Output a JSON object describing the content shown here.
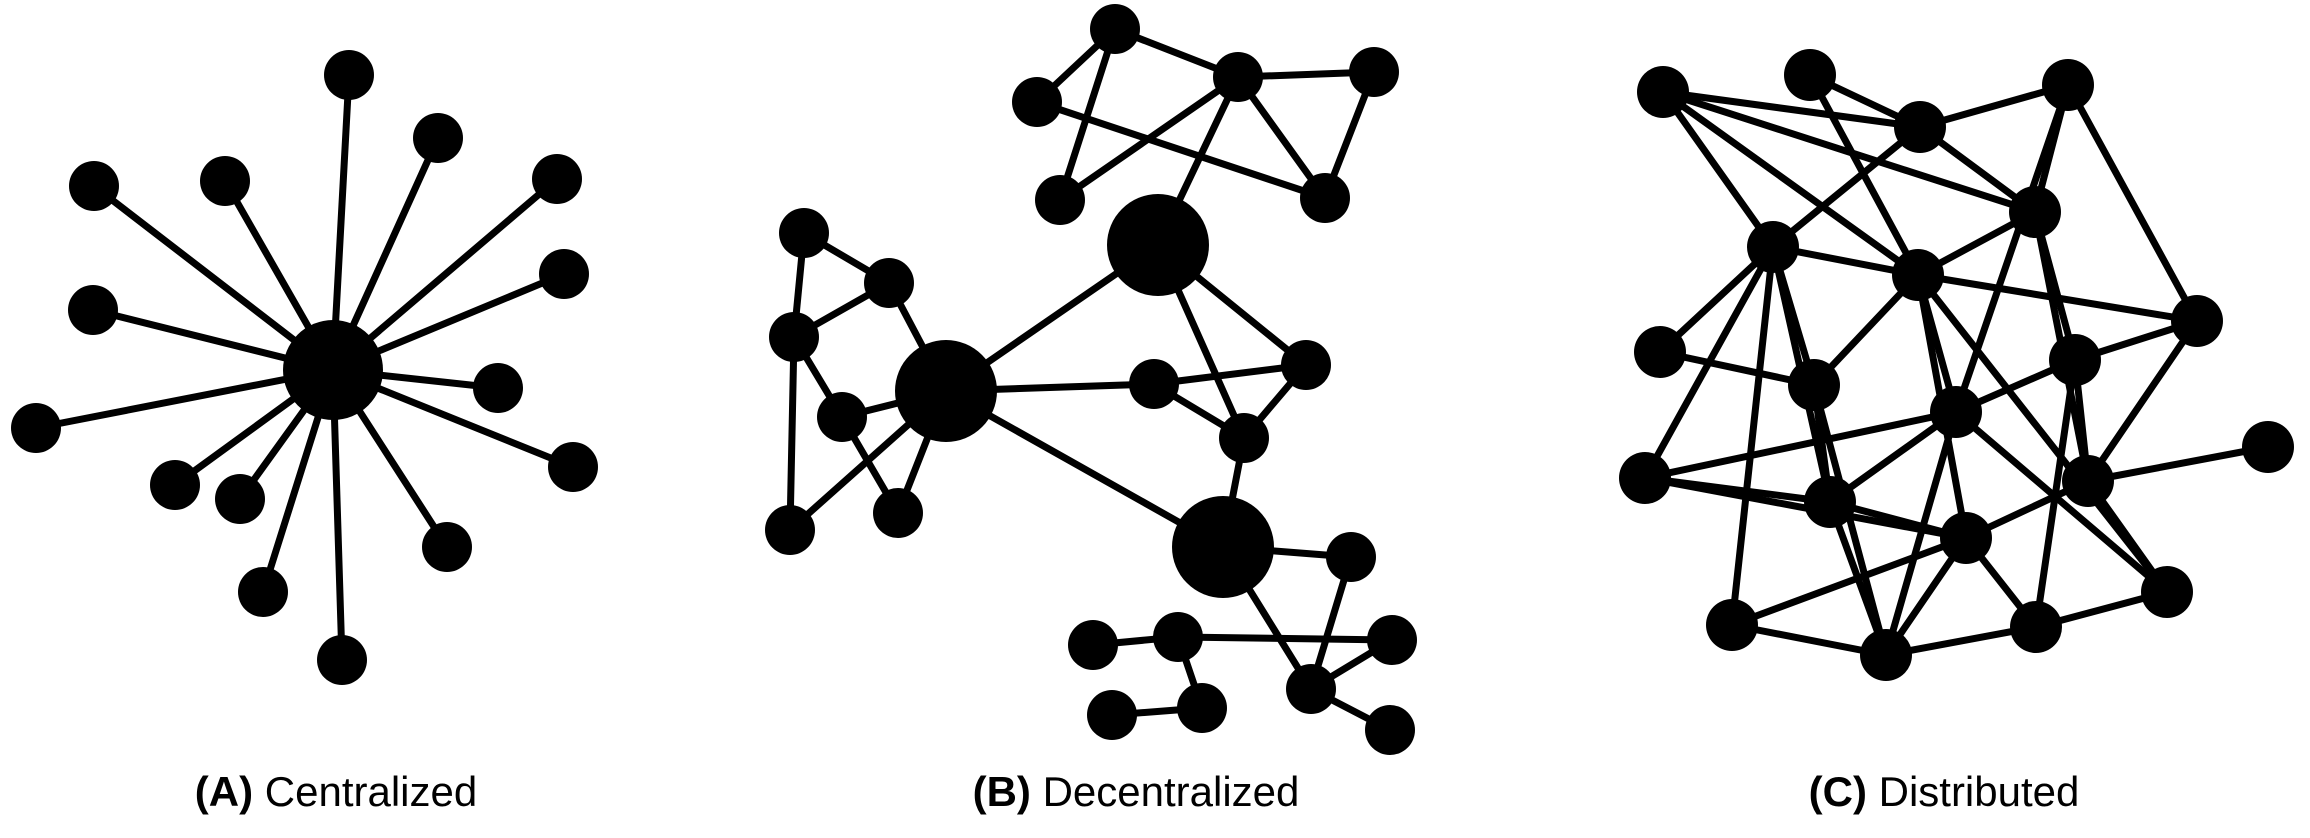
{
  "colors": {
    "background": "#ffffff",
    "ink": "#000000"
  },
  "panels": [
    {
      "id": "centralized",
      "letter": "(A)",
      "label": "Centralized"
    },
    {
      "id": "decentralized",
      "letter": "(B)",
      "label": "Decentralized"
    },
    {
      "id": "distributed",
      "letter": "(C)",
      "label": "Distributed"
    }
  ]
}
